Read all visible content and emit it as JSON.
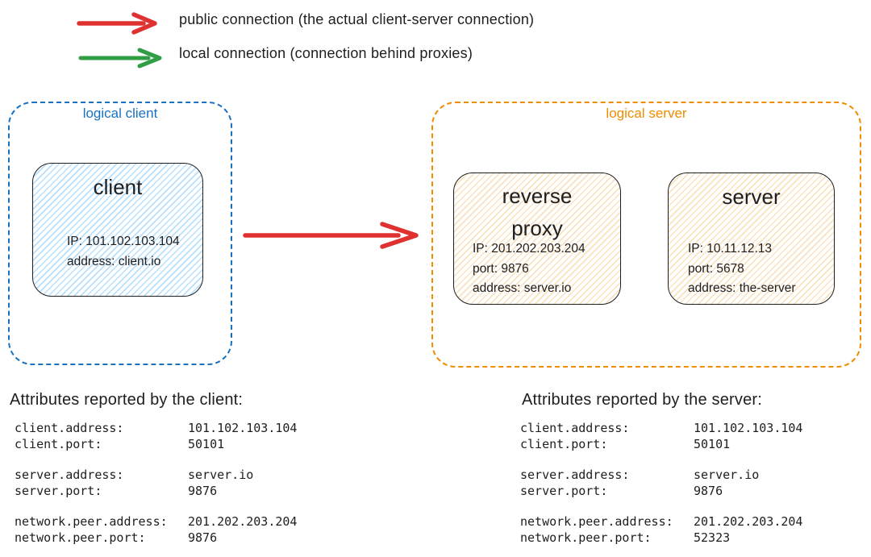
{
  "legend": {
    "items": [
      {
        "name": "public-connection",
        "label": "public connection (the actual client-server connection)",
        "color": "#e03131"
      },
      {
        "name": "local-connection",
        "label": "local connection (connection behind proxies)",
        "color": "#2f9e44"
      }
    ]
  },
  "logical_client": {
    "label": "logical client",
    "accent_color": "#1971c2",
    "nodes": {
      "client": {
        "title": "client",
        "lines": [
          "IP: 101.102.103.104",
          "address: client.io"
        ]
      }
    }
  },
  "logical_server": {
    "label": "logical server",
    "accent_color": "#f08c00",
    "nodes": {
      "reverse_proxy": {
        "title_lines": [
          "reverse",
          "proxy"
        ],
        "lines": [
          "IP: 201.202.203.204",
          "port: 9876",
          "address: server.io"
        ]
      },
      "server": {
        "title": "server",
        "lines": [
          "IP: 10.11.12.13",
          "port: 5678",
          "address: the-server"
        ]
      }
    }
  },
  "connection_arrow": {
    "type": "public connection",
    "color": "#e03131"
  },
  "client_attributes": {
    "heading": "Attributes reported by the client:",
    "rows": [
      {
        "key": "client.address:",
        "value": "101.102.103.104"
      },
      {
        "key": "client.port:",
        "value": "50101"
      },
      {
        "key": "server.address:",
        "value": "server.io"
      },
      {
        "key": "server.port:",
        "value": "9876"
      },
      {
        "key": "network.peer.address:",
        "value": "201.202.203.204"
      },
      {
        "key": "network.peer.port:",
        "value": "9876"
      }
    ]
  },
  "server_attributes": {
    "heading": "Attributes reported by the server:",
    "rows": [
      {
        "key": "client.address:",
        "value": "101.102.103.104"
      },
      {
        "key": "client.port:",
        "value": "50101"
      },
      {
        "key": "server.address:",
        "value": "server.io"
      },
      {
        "key": "server.port:",
        "value": "9876"
      },
      {
        "key": "network.peer.address:",
        "value": "201.202.203.204"
      },
      {
        "key": "network.peer.port:",
        "value": "52323"
      }
    ]
  }
}
